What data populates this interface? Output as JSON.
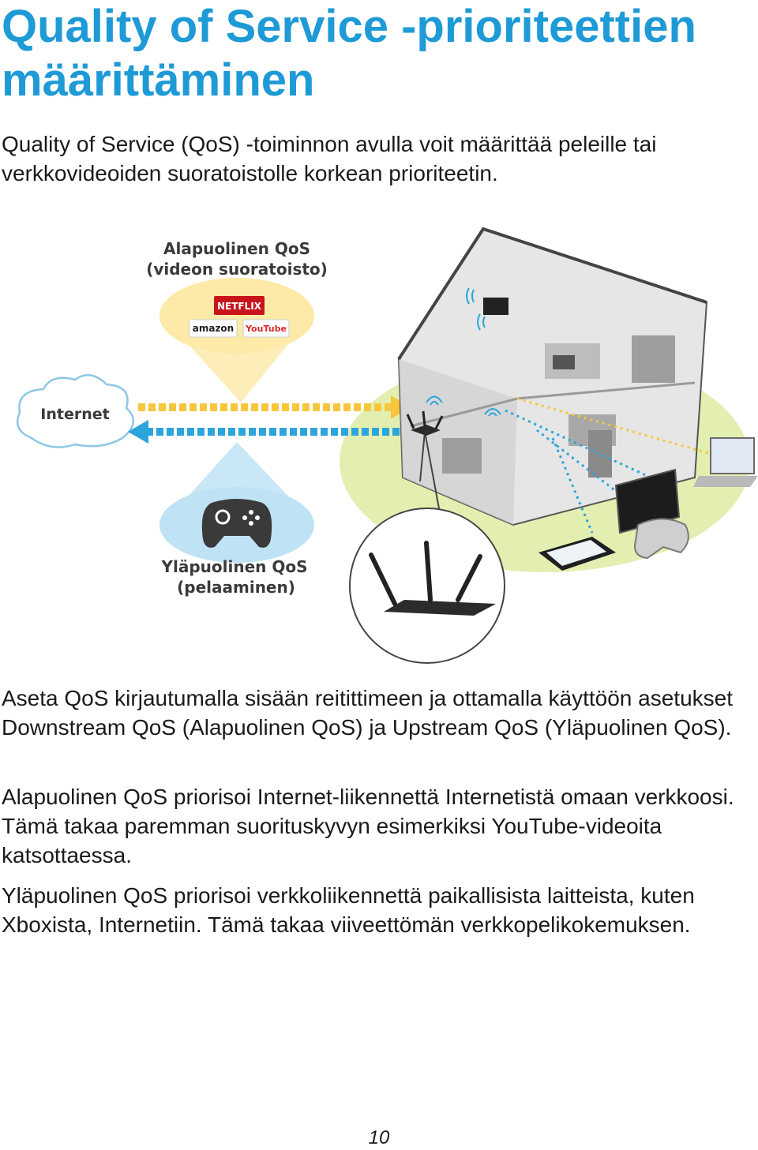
{
  "page": {
    "title": "Quality of Service -prioriteettien määrittäminen",
    "intro": "Quality of Service (QoS) -toiminnon avulla voit määrittää peleille tai verkkovideoiden suoratoistolle korkean prioriteetin.",
    "paragraphs": [
      "Aseta QoS kirjautumalla sisään reitittimeen ja ottamalla käyttöön asetukset Downstream QoS (Alapuolinen QoS) ja Upstream QoS (Yläpuolinen QoS).",
      "Alapuolinen QoS priorisoi Internet-liikennettä Internetistä omaan verkkoosi. Tämä takaa paremman suorituskyvyn esimerkiksi YouTube-videoita katsottaessa.",
      "Yläpuolinen QoS priorisoi verkkoliikennettä paikallisista laitteista, kuten Xboxista, Internetiin. Tämä takaa viiveettömän verkkopelikokemuksen."
    ],
    "page_number": "10"
  },
  "figure": {
    "downstream_label_1": "Alapuolinen QoS",
    "downstream_label_2": "(videon suoratoisto)",
    "upstream_label_1": "Yläpuolinen QoS",
    "upstream_label_2": "(pelaaminen)",
    "internet_label": "Internet",
    "logos": {
      "netflix": "NETFLIX",
      "amazon": "amazon",
      "youtube": "YouTube"
    },
    "colors": {
      "accent_blue": "#1e9ad6",
      "cone_blue": "#bfe3f5",
      "cone_yellow": "#fde9a8",
      "arrow_yellow": "#f7c63c",
      "arrow_blue": "#2ca4dc",
      "lawn_green": "#d7e88f",
      "netflix_red": "#c8141b",
      "youtube_red": "#d8262b"
    }
  }
}
